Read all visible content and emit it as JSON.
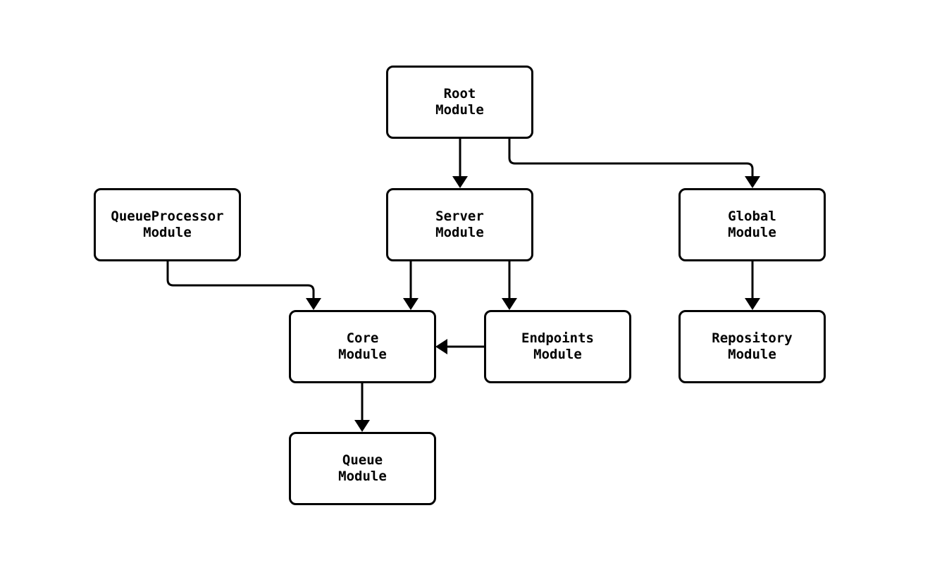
{
  "diagram": {
    "type": "module-dependency-flowchart",
    "colors": {
      "background": "#ffffff",
      "node_fill": "#ffffff",
      "stroke": "#000000",
      "text": "#000000"
    },
    "nodes": {
      "root": {
        "label": "Root\nModule"
      },
      "queueprocessor": {
        "label": "QueueProcessor\nModule"
      },
      "server": {
        "label": "Server\nModule"
      },
      "global": {
        "label": "Global\nModule"
      },
      "core": {
        "label": "Core\nModule"
      },
      "endpoints": {
        "label": "Endpoints\nModule"
      },
      "repository": {
        "label": "Repository\nModule"
      },
      "queue": {
        "label": "Queue\nModule"
      }
    },
    "edges": [
      {
        "from": "Root Module",
        "to": "Server Module"
      },
      {
        "from": "Root Module",
        "to": "Global Module"
      },
      {
        "from": "QueueProcessor Module",
        "to": "Core Module"
      },
      {
        "from": "Server Module",
        "to": "Core Module"
      },
      {
        "from": "Server Module",
        "to": "Endpoints Module"
      },
      {
        "from": "Endpoints Module",
        "to": "Core Module"
      },
      {
        "from": "Global Module",
        "to": "Repository Module"
      },
      {
        "from": "Core Module",
        "to": "Queue Module"
      }
    ]
  }
}
